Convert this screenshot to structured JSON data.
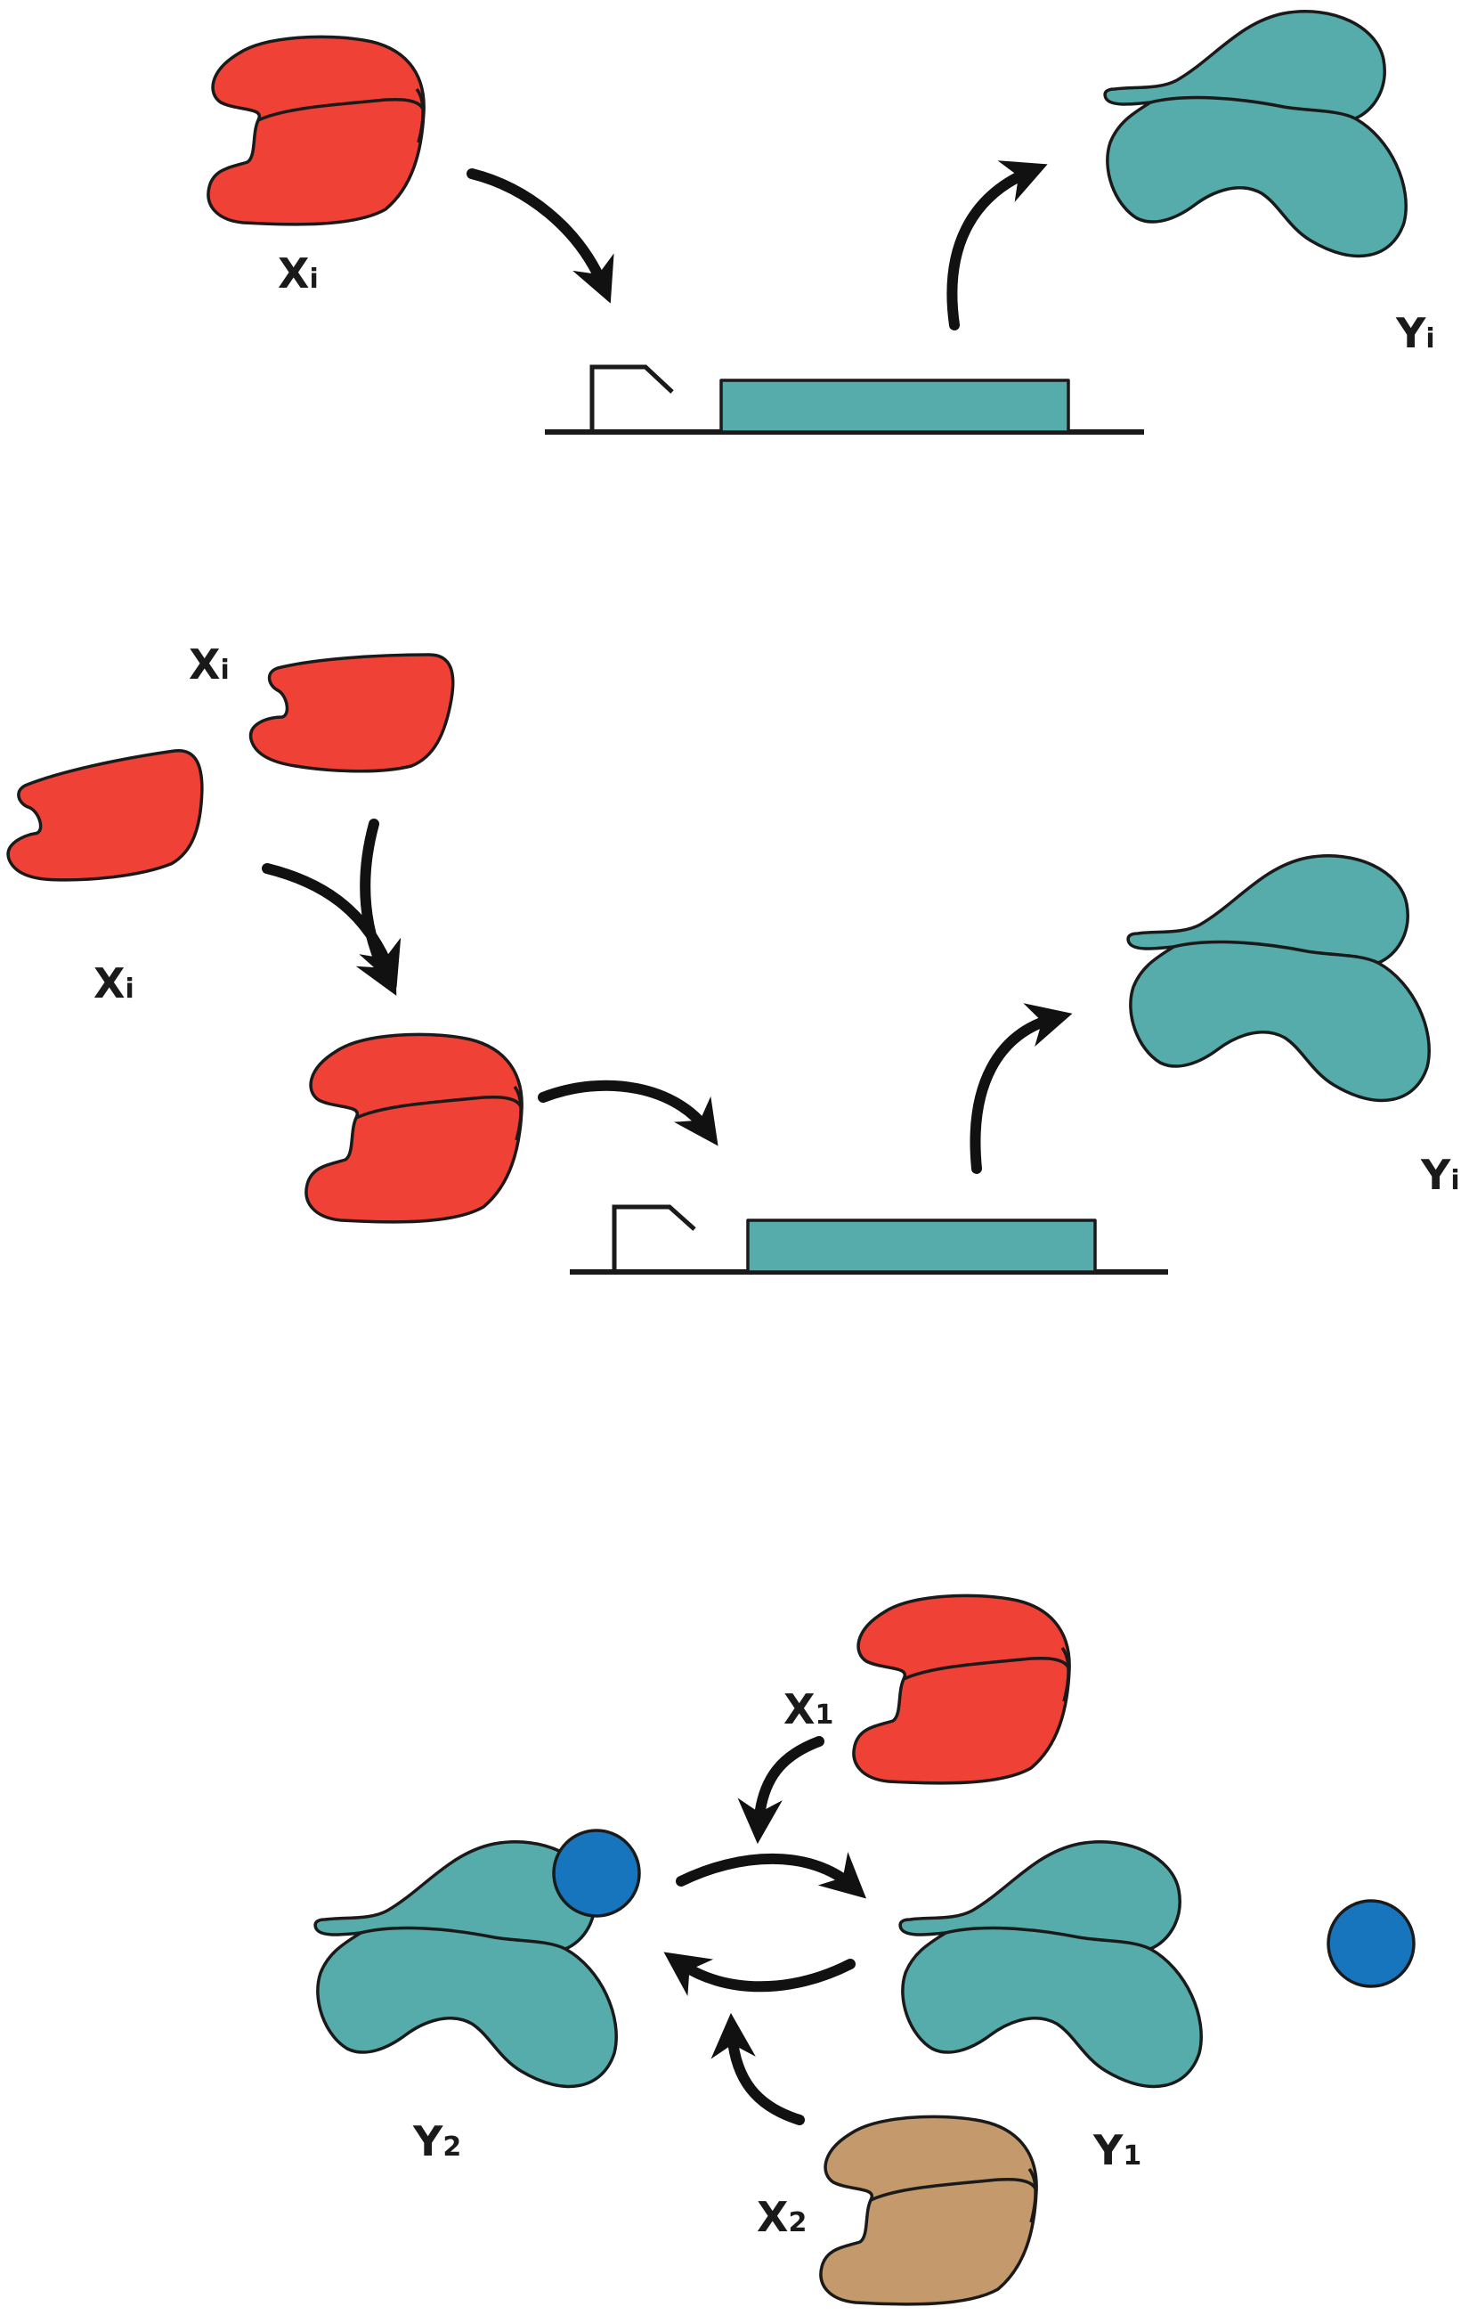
{
  "colors": {
    "activator_x": "#ef4136",
    "activator_x2": "#c49a6c",
    "target_y": "#56acaa",
    "ligand": "#1675bd",
    "outline": "#1a1a1a",
    "arrow": "#111111"
  },
  "icons": {
    "activator": "bilobed-protein-icon",
    "monomer": "protein-monomer-icon",
    "target": "target-protein-icon",
    "ligand": "small-molecule-icon",
    "gene": "gene-box-icon",
    "promoter": "promoter-arrow-icon"
  },
  "panel1": {
    "x_label": "X",
    "x_sub": "i",
    "y_label": "Y",
    "y_sub": "i"
  },
  "panel2": {
    "x_top_label": "X",
    "x_top_sub": "i",
    "x_left_label": "X",
    "x_left_sub": "i",
    "y_label": "Y",
    "y_sub": "i"
  },
  "panel3": {
    "x1_label": "X",
    "x1_sub": "1",
    "x2_label": "X",
    "x2_sub": "2",
    "y1_label": "Y",
    "y1_sub": "1",
    "y2_label": "Y",
    "y2_sub": "2"
  }
}
